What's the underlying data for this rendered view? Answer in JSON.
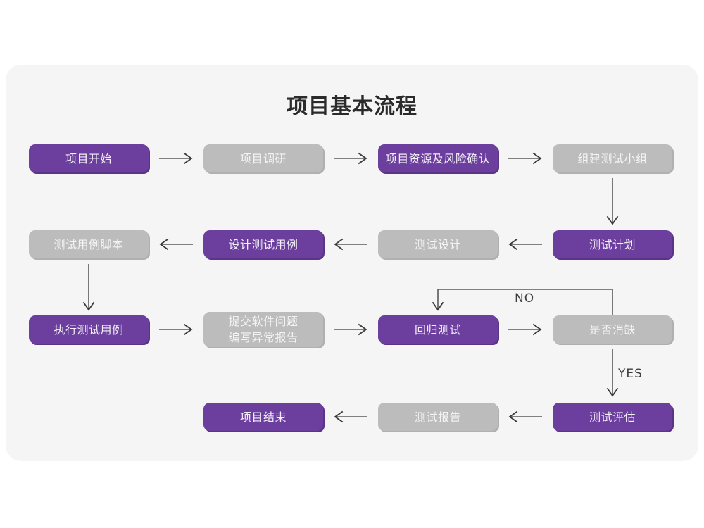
{
  "chart_data": {
    "type": "diagram",
    "title": "项目基本流程",
    "diagram_kind": "flowchart",
    "colors": {
      "accent_purple": "#6c3f9e",
      "neutral_gray": "#bcbcbc",
      "panel_background": "#f5f5f5",
      "page_background": "#ffffff",
      "connector": "#5a5a5a",
      "title_text": "#2b2b2b",
      "node_text": "#f4f4f4"
    },
    "nodes": [
      {
        "id": "n1",
        "label": "项目开始",
        "style": "purple",
        "row": 1,
        "col": 1
      },
      {
        "id": "n2",
        "label": "项目调研",
        "style": "gray",
        "row": 1,
        "col": 2
      },
      {
        "id": "n3",
        "label": "项目资源及风险确认",
        "style": "purple",
        "row": 1,
        "col": 3
      },
      {
        "id": "n4",
        "label": "组建测试小组",
        "style": "gray",
        "row": 1,
        "col": 4
      },
      {
        "id": "n5",
        "label": "测试用例脚本",
        "style": "gray",
        "row": 2,
        "col": 1
      },
      {
        "id": "n6",
        "label": "设计测试用例",
        "style": "purple",
        "row": 2,
        "col": 2
      },
      {
        "id": "n7",
        "label": "测试设计",
        "style": "gray",
        "row": 2,
        "col": 3
      },
      {
        "id": "n8",
        "label": "测试计划",
        "style": "purple",
        "row": 2,
        "col": 4
      },
      {
        "id": "n9",
        "label": "执行测试用例",
        "style": "purple",
        "row": 3,
        "col": 1
      },
      {
        "id": "n10",
        "label": "提交软件问题\n编写异常报告",
        "style": "gray",
        "row": 3,
        "col": 2
      },
      {
        "id": "n11",
        "label": "回归测试",
        "style": "purple",
        "row": 3,
        "col": 3
      },
      {
        "id": "n12",
        "label": "是否消缺",
        "style": "gray",
        "row": 3,
        "col": 4
      },
      {
        "id": "n13",
        "label": "项目结束",
        "style": "purple",
        "row": 4,
        "col": 2
      },
      {
        "id": "n14",
        "label": "测试报告",
        "style": "gray",
        "row": 4,
        "col": 3
      },
      {
        "id": "n15",
        "label": "测试评估",
        "style": "purple",
        "row": 4,
        "col": 4
      }
    ],
    "edges": [
      {
        "from": "n1",
        "to": "n2",
        "label": "",
        "direction": "right"
      },
      {
        "from": "n2",
        "to": "n3",
        "label": "",
        "direction": "right"
      },
      {
        "from": "n3",
        "to": "n4",
        "label": "",
        "direction": "right"
      },
      {
        "from": "n4",
        "to": "n8",
        "label": "",
        "direction": "down"
      },
      {
        "from": "n8",
        "to": "n7",
        "label": "",
        "direction": "left"
      },
      {
        "from": "n7",
        "to": "n6",
        "label": "",
        "direction": "left"
      },
      {
        "from": "n6",
        "to": "n5",
        "label": "",
        "direction": "left"
      },
      {
        "from": "n5",
        "to": "n9",
        "label": "",
        "direction": "down"
      },
      {
        "from": "n9",
        "to": "n10",
        "label": "",
        "direction": "right"
      },
      {
        "from": "n10",
        "to": "n11",
        "label": "",
        "direction": "right"
      },
      {
        "from": "n11",
        "to": "n12",
        "label": "",
        "direction": "right"
      },
      {
        "from": "n12",
        "to": "n11",
        "label": "NO",
        "direction": "loop-back-up"
      },
      {
        "from": "n12",
        "to": "n15",
        "label": "YES",
        "direction": "down"
      },
      {
        "from": "n15",
        "to": "n14",
        "label": "",
        "direction": "left"
      },
      {
        "from": "n14",
        "to": "n13",
        "label": "",
        "direction": "left"
      }
    ],
    "edge_labels": [
      {
        "id": "lbl-no",
        "text": "NO"
      },
      {
        "id": "lbl-yes",
        "text": "YES"
      }
    ]
  }
}
